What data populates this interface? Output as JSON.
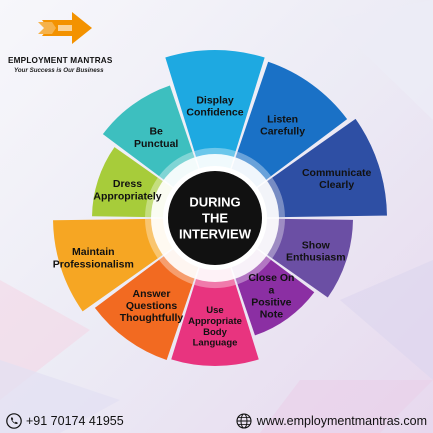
{
  "brand": {
    "name": "EMPLOYMENT MANTRAS",
    "tagline": "Your Success is Our Business",
    "colors": {
      "orange": "#f39200",
      "dark": "#111111"
    }
  },
  "center": {
    "lines": [
      "DURING",
      "THE",
      "INTERVIEW"
    ],
    "color": "#111111"
  },
  "segments": [
    {
      "lines": [
        "Display",
        "Confidence"
      ],
      "color": "#1ea9e1"
    },
    {
      "lines": [
        "Listen",
        "Carefully"
      ],
      "color": "#1a71c6"
    },
    {
      "lines": [
        "Communicate",
        "Clearly"
      ],
      "color": "#2e4fa4"
    },
    {
      "lines": [
        "Show",
        "Enthusiasm"
      ],
      "color": "#6b4fa4"
    },
    {
      "lines": [
        "Close On",
        "a",
        "Positive",
        "Note"
      ],
      "color": "#8b2fa3"
    },
    {
      "lines": [
        "Use",
        "Appropriate",
        "Body",
        "Language"
      ],
      "color": "#e8347f"
    },
    {
      "lines": [
        "Answer",
        "Questions",
        "Thoughtfully"
      ],
      "color": "#f26a21"
    },
    {
      "lines": [
        "Maintain",
        "Professionalism"
      ],
      "color": "#f6a623"
    },
    {
      "lines": [
        "Dress",
        "Appropriately"
      ],
      "color": "#a7cc3a"
    },
    {
      "lines": [
        "Be",
        "Punctual"
      ],
      "color": "#3dbfbf"
    }
  ],
  "footer": {
    "phone": "+91 70174 41955",
    "website": "www.employmentmantras.com",
    "phone_icon": "phone-icon",
    "web_icon": "globe-icon"
  }
}
